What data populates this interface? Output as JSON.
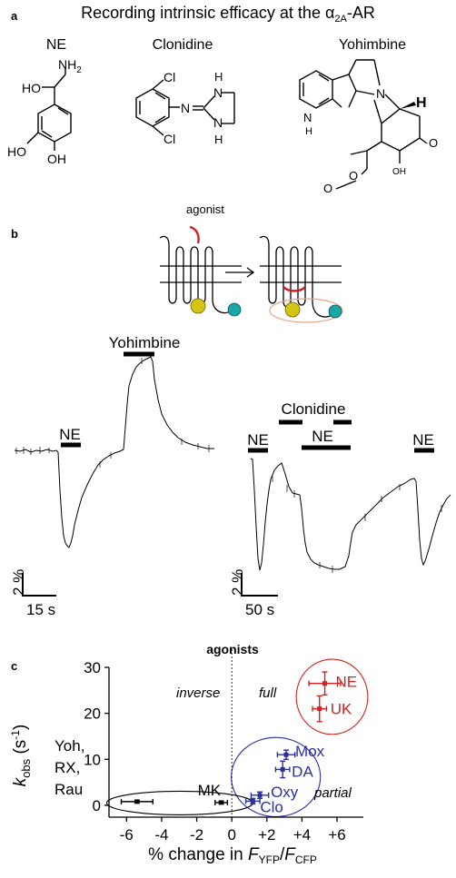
{
  "panel_a": {
    "letter": "a",
    "title_prefix": "Recording intrinsic efficacy at the ",
    "title_alpha": "α",
    "title_sub": "2A",
    "title_suffix": "-AR",
    "compounds": [
      {
        "name": "NE",
        "atoms": [
          "HO",
          "NH",
          "2",
          "HO",
          "OH"
        ]
      },
      {
        "name": "Clonidine",
        "atoms": [
          "Cl",
          "Cl",
          "N",
          "H",
          "N",
          "N",
          "H"
        ]
      },
      {
        "name": "Yohimbine",
        "atoms": [
          "N",
          "H",
          "N",
          "H",
          "O",
          "O",
          "OH",
          "O"
        ]
      }
    ]
  },
  "panel_b": {
    "letter": "b",
    "scheme_label": "agonist",
    "trace1": {
      "labels": [
        "NE",
        "Yohimbine"
      ],
      "scale_y": "2 %",
      "scale_x": "15 s"
    },
    "trace2": {
      "labels": [
        "NE",
        "Clonidine",
        "NE",
        "NE"
      ],
      "scale_y": "2 %",
      "scale_x": "50 s"
    }
  },
  "panel_c": {
    "letter": "c",
    "header": "agonists",
    "region_labels": {
      "inverse": "inverse",
      "full": "full",
      "partial": "partial"
    },
    "group_label_lines": [
      "Yoh,",
      "RX,",
      "Rau"
    ],
    "colors": {
      "full": "#d42020",
      "partial": "#2a2fa0",
      "inverse": "#000000"
    },
    "chart_data": {
      "type": "scatter",
      "xlabel_prefix": "% change in ",
      "xlabel_num": "F",
      "xlabel_num_sub": "YFP",
      "xlabel_den": "F",
      "xlabel_den_sub": "CFP",
      "ylabel": "k",
      "ylabel_sub": "obs",
      "ylabel_unit": " (s",
      "ylabel_unit_sup": "-1",
      "ylabel_unit_end": ")",
      "xlim": [
        -7,
        7.5
      ],
      "ylim": [
        -1,
        30
      ],
      "x_ticks": [
        "-6",
        "-4",
        "-2",
        "0",
        "+2",
        "+4",
        "+6"
      ],
      "x_tick_values": [
        -6,
        -4,
        -2,
        0,
        2,
        4,
        6
      ],
      "y_ticks": [
        "0",
        "10",
        "20",
        "30"
      ],
      "y_tick_values": [
        0,
        10,
        20,
        30
      ],
      "points": [
        {
          "label": "NE",
          "x": 5.3,
          "y": 26.5,
          "xerr": 0.9,
          "yerr": 2.5,
          "group": "full"
        },
        {
          "label": "UK",
          "x": 5.0,
          "y": 21.0,
          "xerr": 0.4,
          "yerr": 2.8,
          "group": "full"
        },
        {
          "label": "Mox",
          "x": 3.1,
          "y": 11.0,
          "xerr": 0.5,
          "yerr": 1.0,
          "group": "partial"
        },
        {
          "label": "DA",
          "x": 2.9,
          "y": 7.8,
          "xerr": 0.4,
          "yerr": 1.8,
          "group": "partial"
        },
        {
          "label": "Oxy",
          "x": 1.6,
          "y": 2.2,
          "xerr": 0.5,
          "yerr": 0.7,
          "group": "partial"
        },
        {
          "label": "Clo",
          "x": 1.2,
          "y": 0.9,
          "xerr": 0.4,
          "yerr": 0.6,
          "group": "partial"
        },
        {
          "label": "MK",
          "x": -0.6,
          "y": 0.6,
          "xerr": 0.35,
          "yerr": 0.3,
          "group": "inverse"
        },
        {
          "label": "",
          "x": -5.4,
          "y": 0.8,
          "xerr": 0.9,
          "yerr": 0.3,
          "group": "inverse"
        }
      ]
    }
  }
}
